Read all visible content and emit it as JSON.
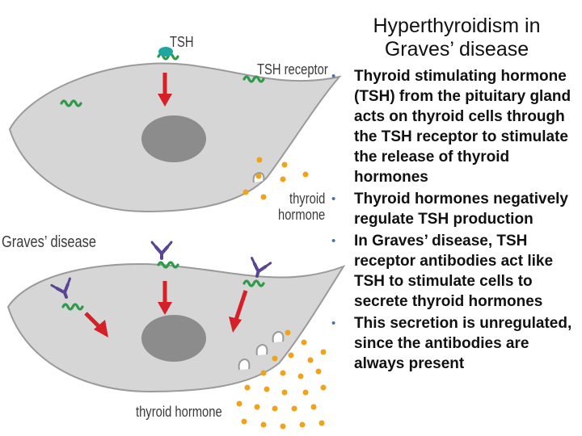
{
  "title": "Hyperthyroidism in Graves’ disease",
  "labels": {
    "tsh": "TSH",
    "tsh_receptor": "TSH receptor",
    "thyroid_hormone_top_line1": "thyroid",
    "thyroid_hormone_top_line2": "hormone",
    "graves_disease": "Graves’ disease",
    "thyroid_hormone_bottom": "thyroid hormone"
  },
  "bullets": [
    "Thyroid stimulating hormone (TSH) from the pituitary gland acts on thyroid cells through the TSH receptor to stimulate the release of thyroid hormones",
    "Thyroid hormones negatively regulate TSH production",
    "In Graves’ disease, TSH receptor antibodies act like TSH to stimulate cells to secrete thyroid hormones",
    "This secretion is unregulated, since the antibodies are always present"
  ],
  "colors": {
    "cell_fill": "#d6d6d6",
    "nucleus": "#8c8c8c",
    "receptor": "#2e9a4a",
    "arrow": "#d42026",
    "hormone": "#f0a31a",
    "tsh": "#1fa6a0",
    "antibody": "#5a4494",
    "bullet": "#4a6fb5"
  }
}
